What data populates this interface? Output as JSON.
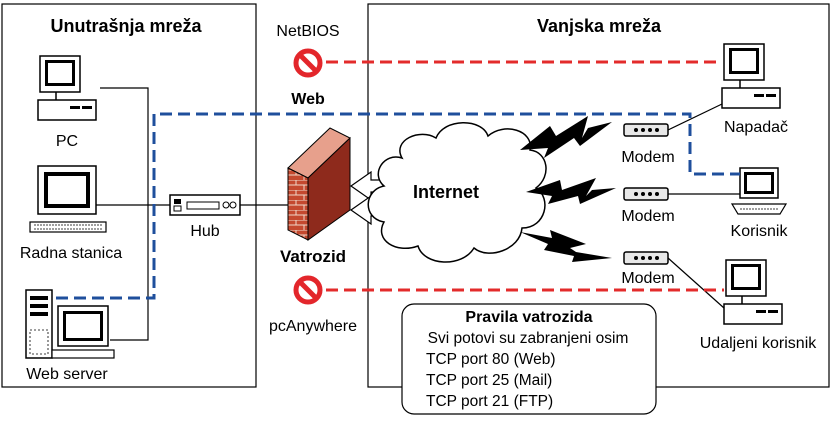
{
  "inner_network": {
    "title": "Unutrašnja mreža",
    "devices": [
      "PC",
      "Radna stanica",
      "Web server"
    ],
    "hub_label": "Hub"
  },
  "outer_network": {
    "title": "Vanjska mreža",
    "modem_labels": [
      "Modem",
      "Modem",
      "Modem"
    ],
    "computers": [
      "Napadač",
      "Korisnik",
      "Udaljeni korisnik"
    ]
  },
  "internet_label": "Internet",
  "firewall_label": "Vatrozid",
  "blocked": {
    "top_protocol": "NetBIOS",
    "top_service": "Web",
    "bottom_protocol": "pcAnywhere"
  },
  "rules": {
    "title": "Pravila vatrozida",
    "intro": "Svi potovi su zabranjeni osim",
    "items": [
      "TCP port 80 (Web)",
      "TCP port 25 (Mail)",
      "TCP port 21 (FTP)"
    ]
  },
  "colors": {
    "blocked_line": "#e32b2b",
    "allowed_line": "#1f4f9c",
    "firewall_brick": "#c0442d",
    "no_sign": "#e3262b"
  }
}
